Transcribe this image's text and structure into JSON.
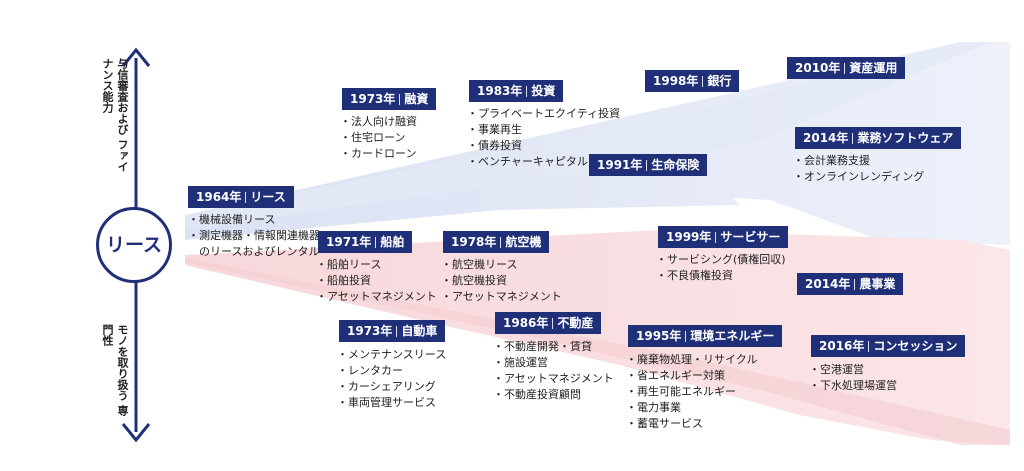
{
  "axis": {
    "top_label": "与信審査および ファイナンス能力",
    "bottom_label": "モノを取り扱う 専門性",
    "center": "リース"
  },
  "colors": {
    "navy": "#1f2f78",
    "blue_fan": "#dfe5f4",
    "red_fan": "#f8dde0"
  },
  "entries": [
    {
      "year": "1964年",
      "name": "リース",
      "items": [
        "機械設備リース",
        "測定機器・情報関連機器",
        "のリースおよびレンタル"
      ]
    },
    {
      "year": "1973年",
      "name": "融資",
      "items": [
        "法人向け融資",
        "住宅ローン",
        "カードローン"
      ]
    },
    {
      "year": "1983年",
      "name": "投資",
      "items": [
        "プライベートエクイティ投資",
        "事業再生",
        "債券投資",
        "ベンチャーキャピタル"
      ]
    },
    {
      "year": "1998年",
      "name": "銀行",
      "items": []
    },
    {
      "year": "2010年",
      "name": "資産運用",
      "items": []
    },
    {
      "year": "1991年",
      "name": "生命保険",
      "items": []
    },
    {
      "year": "2014年",
      "name": "業務ソフトウェア",
      "items": [
        "会計業務支援",
        "オンラインレンディング"
      ]
    },
    {
      "year": "1971年",
      "name": "船舶",
      "items": [
        "船舶リース",
        "船舶投資",
        "アセットマネジメント"
      ]
    },
    {
      "year": "1978年",
      "name": "航空機",
      "items": [
        "航空機リース",
        "航空機投資",
        "アセットマネジメント"
      ]
    },
    {
      "year": "1999年",
      "name": "サービサー",
      "items": [
        "サービシング(債権回収)",
        "不良債権投資"
      ]
    },
    {
      "year": "2014年",
      "name": "農事業",
      "items": []
    },
    {
      "year": "1973年",
      "name": "自動車",
      "items": [
        "メンテナンスリース",
        "レンタカー",
        "カーシェアリング",
        "車両管理サービス"
      ]
    },
    {
      "year": "1986年",
      "name": "不動産",
      "items": [
        "不動産開発・賃貸",
        "施設運営",
        "アセットマネジメント",
        "不動産投資顧問"
      ]
    },
    {
      "year": "1995年",
      "name": "環境エネルギー",
      "items": [
        "廃棄物処理・リサイクル",
        "省エネルギー対策",
        "再生可能エネルギー",
        "電力事業",
        "蓄電サービス"
      ]
    },
    {
      "year": "2016年",
      "name": "コンセッション",
      "items": [
        "空港運営",
        "下水処理場運営"
      ]
    }
  ]
}
